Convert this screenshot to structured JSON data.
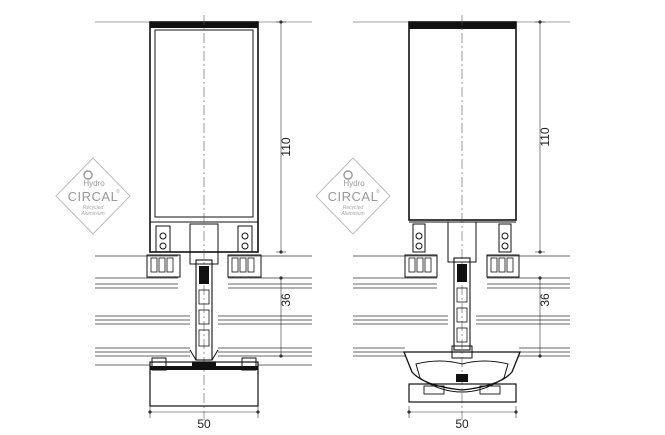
{
  "drawings": [
    {
      "id": "left-profile",
      "dim_height_main": "110",
      "dim_height_lower": "36",
      "dim_width": "50",
      "logo": {
        "brand": "Hydro",
        "title": "CIRCAL",
        "trademark": "®",
        "sub1": "Recycled",
        "sub2": "Aluminium"
      }
    },
    {
      "id": "right-profile",
      "dim_height_main": "110",
      "dim_height_lower": "36",
      "dim_width": "50",
      "logo": {
        "brand": "Hydro",
        "title": "CIRCAL",
        "trademark": "®",
        "sub1": "Recycled",
        "sub2": "Aluminium"
      }
    }
  ]
}
